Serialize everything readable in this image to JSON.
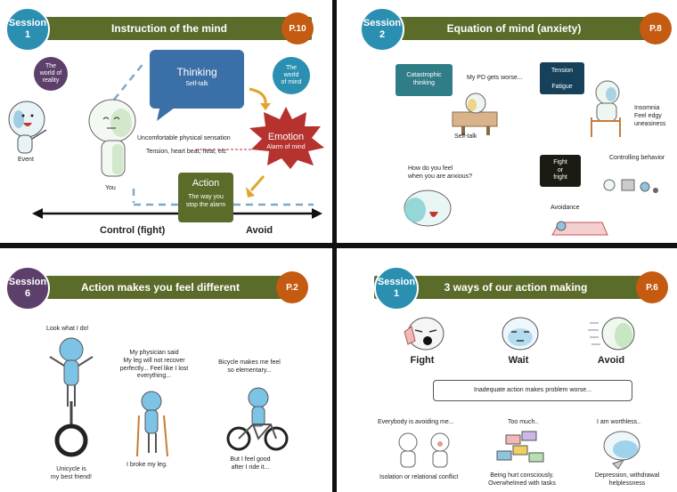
{
  "colors": {
    "teal": "#2a8fb0",
    "purple": "#5c3f6b",
    "green": "#5b6b2a",
    "orange": "#c55a11",
    "blue": "#3b6fa8",
    "red": "#b5322e"
  },
  "q1": {
    "session": "Session\n1",
    "title": "Instruction of the mind",
    "page": "P.10",
    "reality": "The\nworld of\nreality",
    "mind": "The\nworld\nof mind",
    "thinking": "Thinking",
    "selftalk": "Self-talk",
    "emotion": "Emotion",
    "alarm": "Alarm of mind",
    "physical": "Uncomfortable physical sensation",
    "symptoms": "Tension, heart beat, heat, etc",
    "event": "Event",
    "you": "You",
    "action": "Action",
    "action_sub": "The way you\nstop the alarm",
    "control": "Control (fight)",
    "avoid": "Avoid"
  },
  "q2": {
    "session": "Session\n2",
    "title": "Equation of mind (anxiety)",
    "page": "P.8",
    "catastrophic": "Catastrophic\nthinking",
    "pd": "My PD gets worse...",
    "tension": "Tension",
    "fatigue": "Fatigue",
    "insomnia": "Insomnia\nFeel edgy\nuneasiness",
    "selftalk": "Self-talk",
    "question": "How do you feel\nwhen you are anxious?",
    "fight": "Fight\nor\nfright",
    "controlling": "Controlling behavior",
    "avoidance": "Avoidance"
  },
  "q3": {
    "session": "Session\n6",
    "title": "Action makes you feel different",
    "page": "P.2",
    "look": "Look what I do!",
    "physician": "My physician said\nMy leg will not recover\nperfectly... Feel like I lost\neverything...",
    "bicycle": "Bicycle makes me feel\nso elementary...",
    "unicycle": "Unicycle is\nmy best friend!",
    "broke": "I broke my leg.",
    "good": "But I feel good\nafter I ride it..."
  },
  "q4": {
    "session": "Session\n1",
    "title": "3 ways of our action making",
    "page": "P.6",
    "fight": "Fight",
    "wait": "Wait",
    "avoid": "Avoid",
    "inadequate": "Inadequate action makes problem worse...",
    "everybody": "Everybody is avoiding me...",
    "toomuch": "Too much..",
    "worthless": "I am worthless..",
    "isolation": "Isolation or relational conflict",
    "hurt": "Being hurt consciously.\nOverwhelmed with tasks",
    "depression": "Depression, withdrawal\nhelplessness"
  }
}
